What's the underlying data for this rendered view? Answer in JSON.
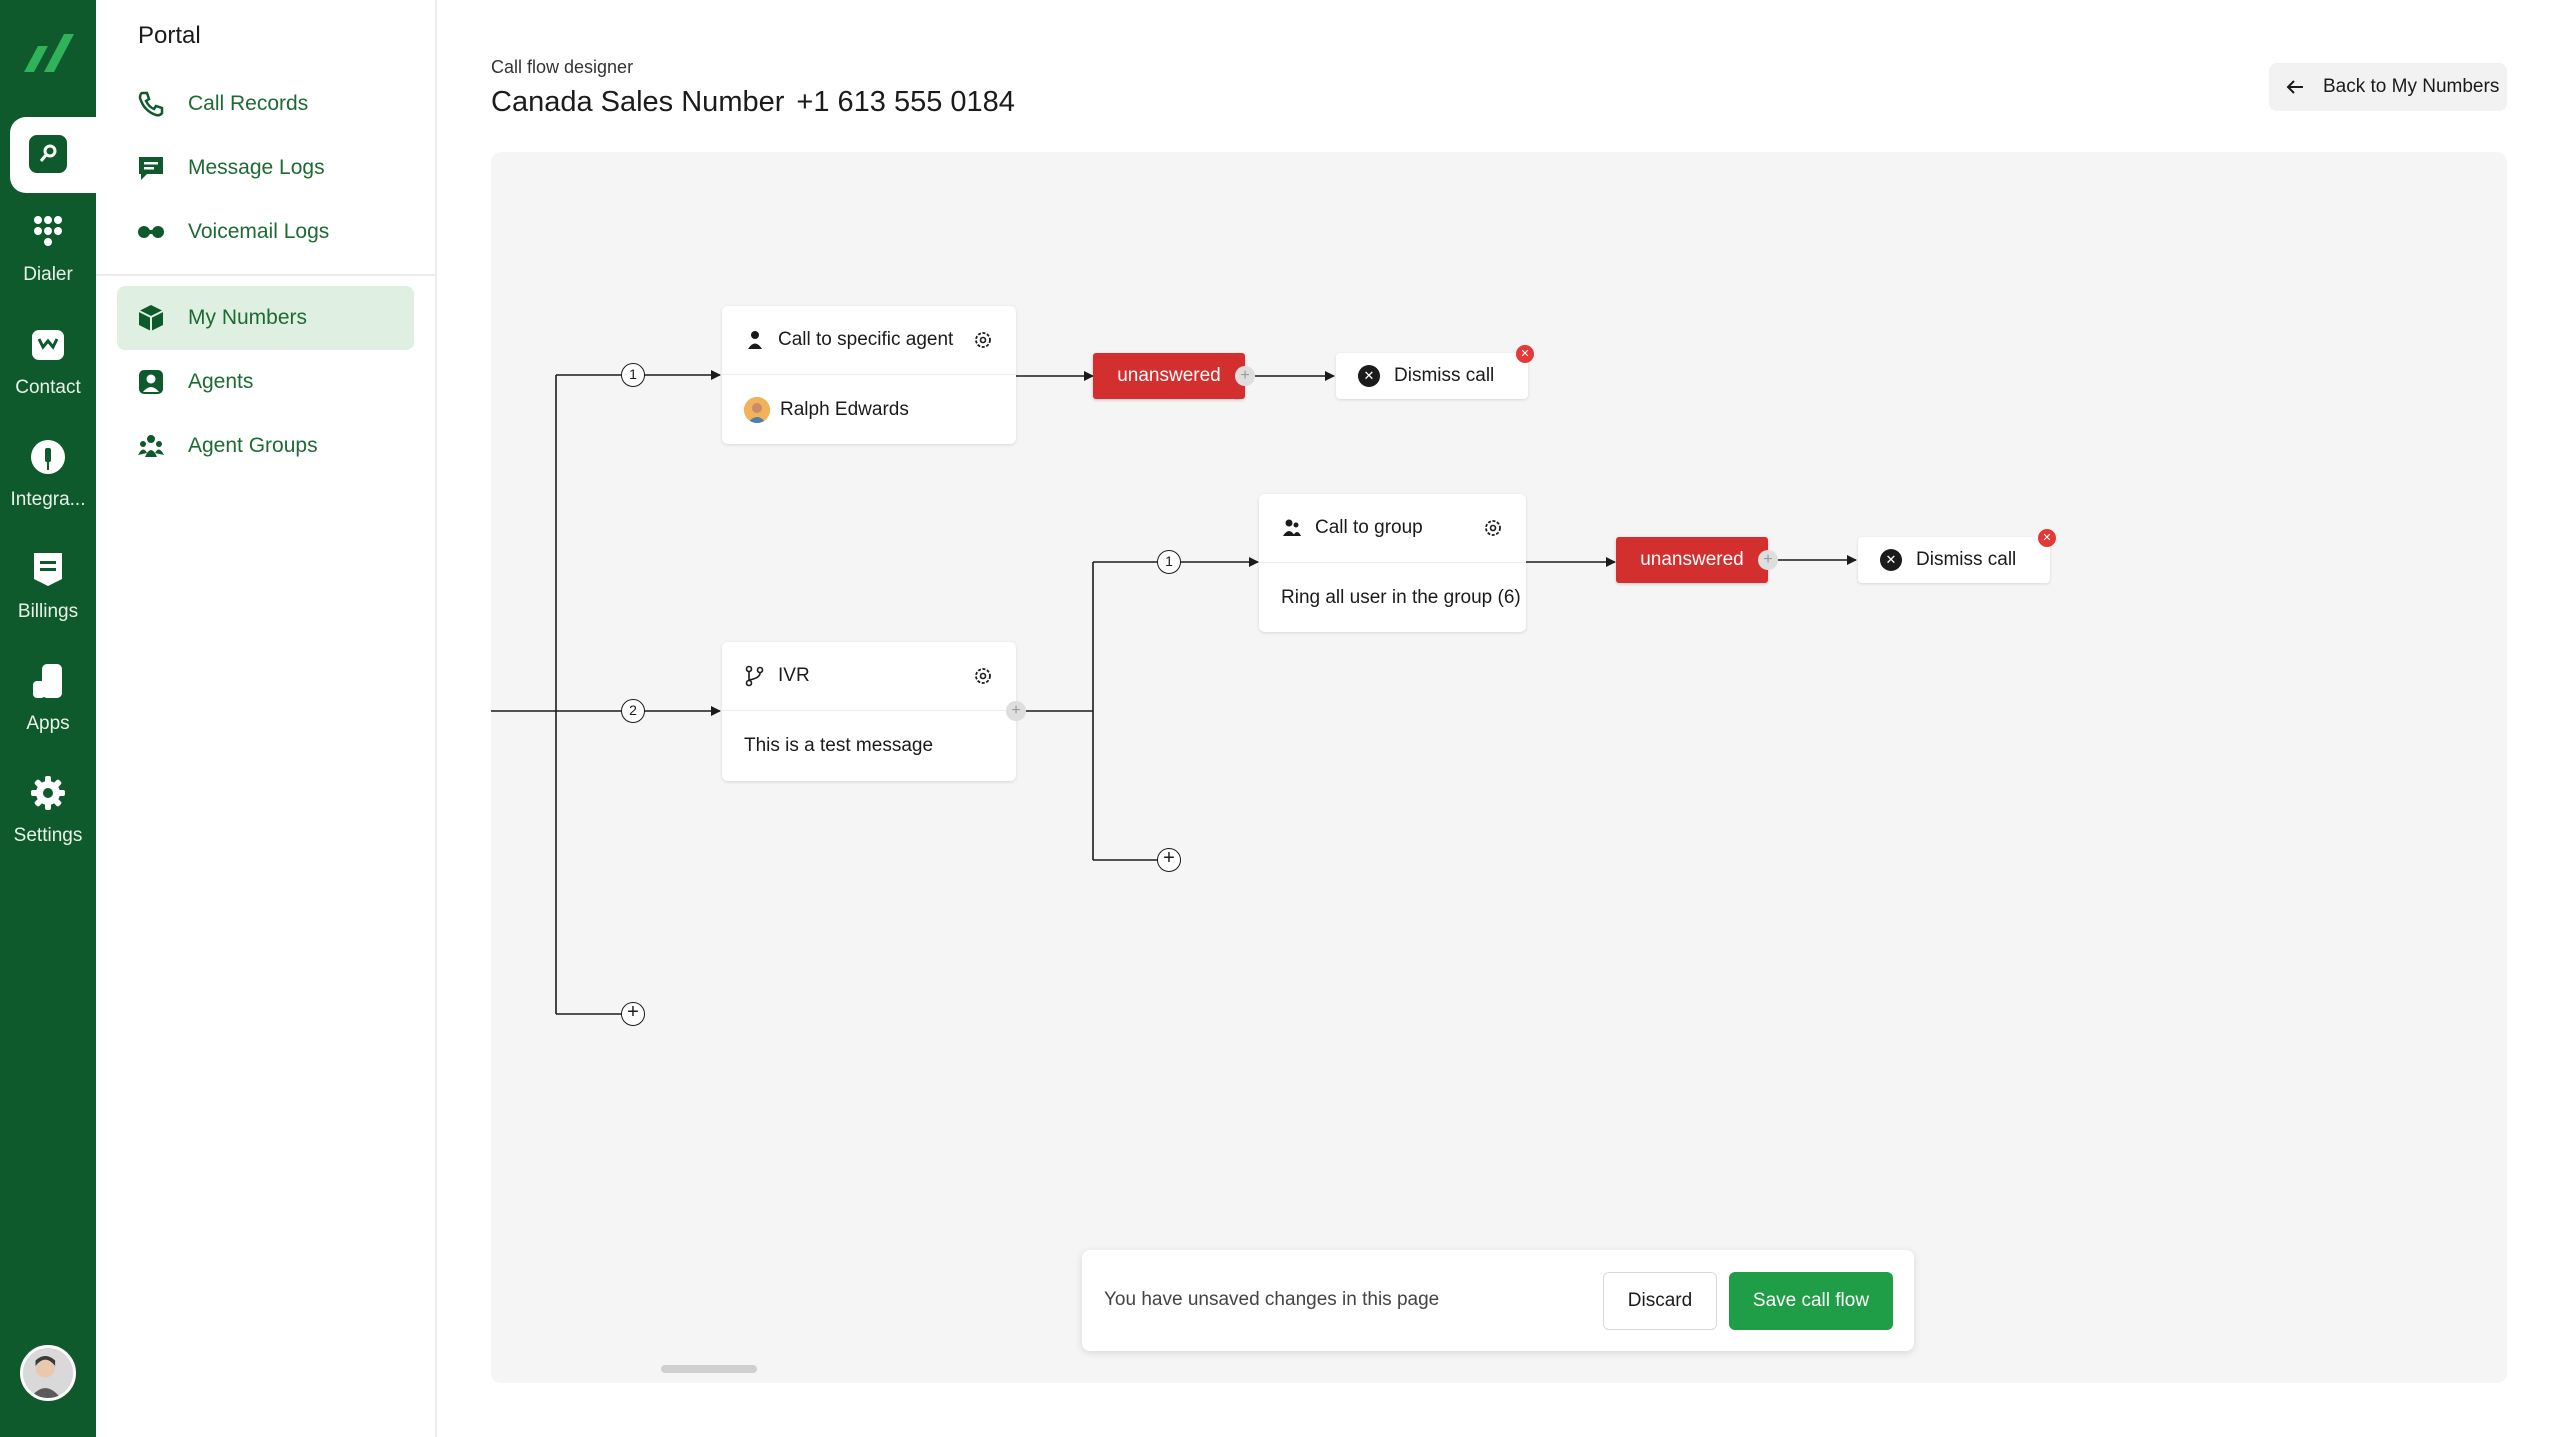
{
  "rail": {
    "items": [
      {
        "label": "Dialer",
        "icon": "dialpad-icon"
      },
      {
        "label": "Contact",
        "icon": "contact-card-icon"
      },
      {
        "label": "Integra...",
        "icon": "plug-icon"
      },
      {
        "label": "Billings",
        "icon": "receipt-icon"
      },
      {
        "label": "Apps",
        "icon": "apps-icon"
      },
      {
        "label": "Settings",
        "icon": "gear-icon"
      }
    ],
    "active_icon": "portal-icon",
    "brand_color": "#0e5a2c"
  },
  "sidebar": {
    "title": "Portal",
    "items": [
      {
        "label": "Call Records",
        "icon": "phone-icon"
      },
      {
        "label": "Message Logs",
        "icon": "message-icon"
      },
      {
        "label": "Voicemail Logs",
        "icon": "voicemail-icon"
      },
      {
        "label": "My Numbers",
        "icon": "cube-icon",
        "active": true
      },
      {
        "label": "Agents",
        "icon": "agent-icon"
      },
      {
        "label": "Agent Groups",
        "icon": "group-icon"
      }
    ]
  },
  "header": {
    "breadcrumb": "Call flow designer",
    "title": "Canada Sales Number",
    "number": "+1 613 555 0184",
    "back_label": "Back to My Numbers"
  },
  "flow": {
    "branch1": {
      "step": "1",
      "title": "Call to specific agent",
      "agent": "Ralph Edwards",
      "status": "unanswered",
      "action": "Dismiss call"
    },
    "branch2": {
      "step": "2",
      "title": "IVR",
      "message": "This is a test message",
      "sub": {
        "step": "1",
        "title": "Call to group",
        "detail": "Ring all user in the group (6)",
        "status": "unanswered",
        "action": "Dismiss call"
      }
    }
  },
  "unsaved": {
    "message": "You have unsaved changes in this page",
    "discard_label": "Discard",
    "save_label": "Save call flow"
  },
  "colors": {
    "accent_green": "#1f9d47",
    "unanswered_red": "#d32f2f"
  }
}
